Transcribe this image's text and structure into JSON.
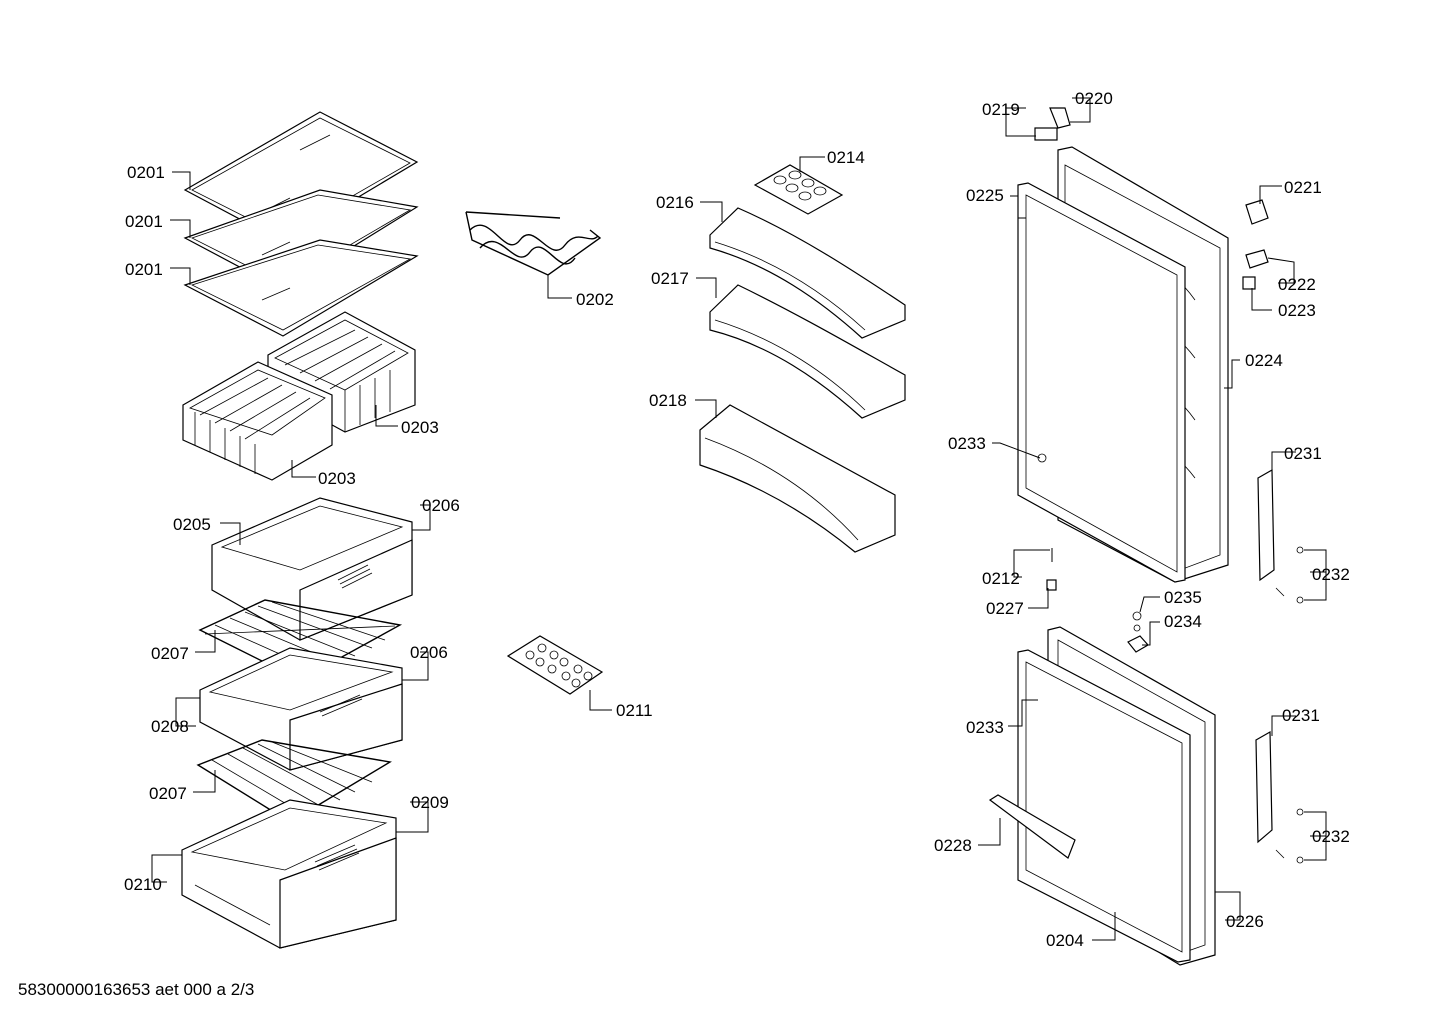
{
  "labels": {
    "l0201a": "0201",
    "l0201b": "0201",
    "l0201c": "0201",
    "l0202": "0202",
    "l0203a": "0203",
    "l0203b": "0203",
    "l0205": "0205",
    "l0206a": "0206",
    "l0206b": "0206",
    "l0207a": "0207",
    "l0207b": "0207",
    "l0208": "0208",
    "l0209": "0209",
    "l0210": "0210",
    "l0211": "0211",
    "l0214": "0214",
    "l0216": "0216",
    "l0217": "0217",
    "l0218": "0218",
    "l0219": "0219",
    "l0220": "0220",
    "l0221": "0221",
    "l0222": "0222",
    "l0223": "0223",
    "l0224": "0224",
    "l0225": "0225",
    "l0231a": "0231",
    "l0231b": "0231",
    "l0232a": "0232",
    "l0232b": "0232",
    "l0233a": "0233",
    "l0233b": "0233",
    "l0212": "0212",
    "l0227": "0227",
    "l0235": "0235",
    "l0234": "0234",
    "l0228": "0228",
    "l0204": "0204",
    "l0226": "0226"
  },
  "footer": "58300000163653 aet 000 a 2/3"
}
